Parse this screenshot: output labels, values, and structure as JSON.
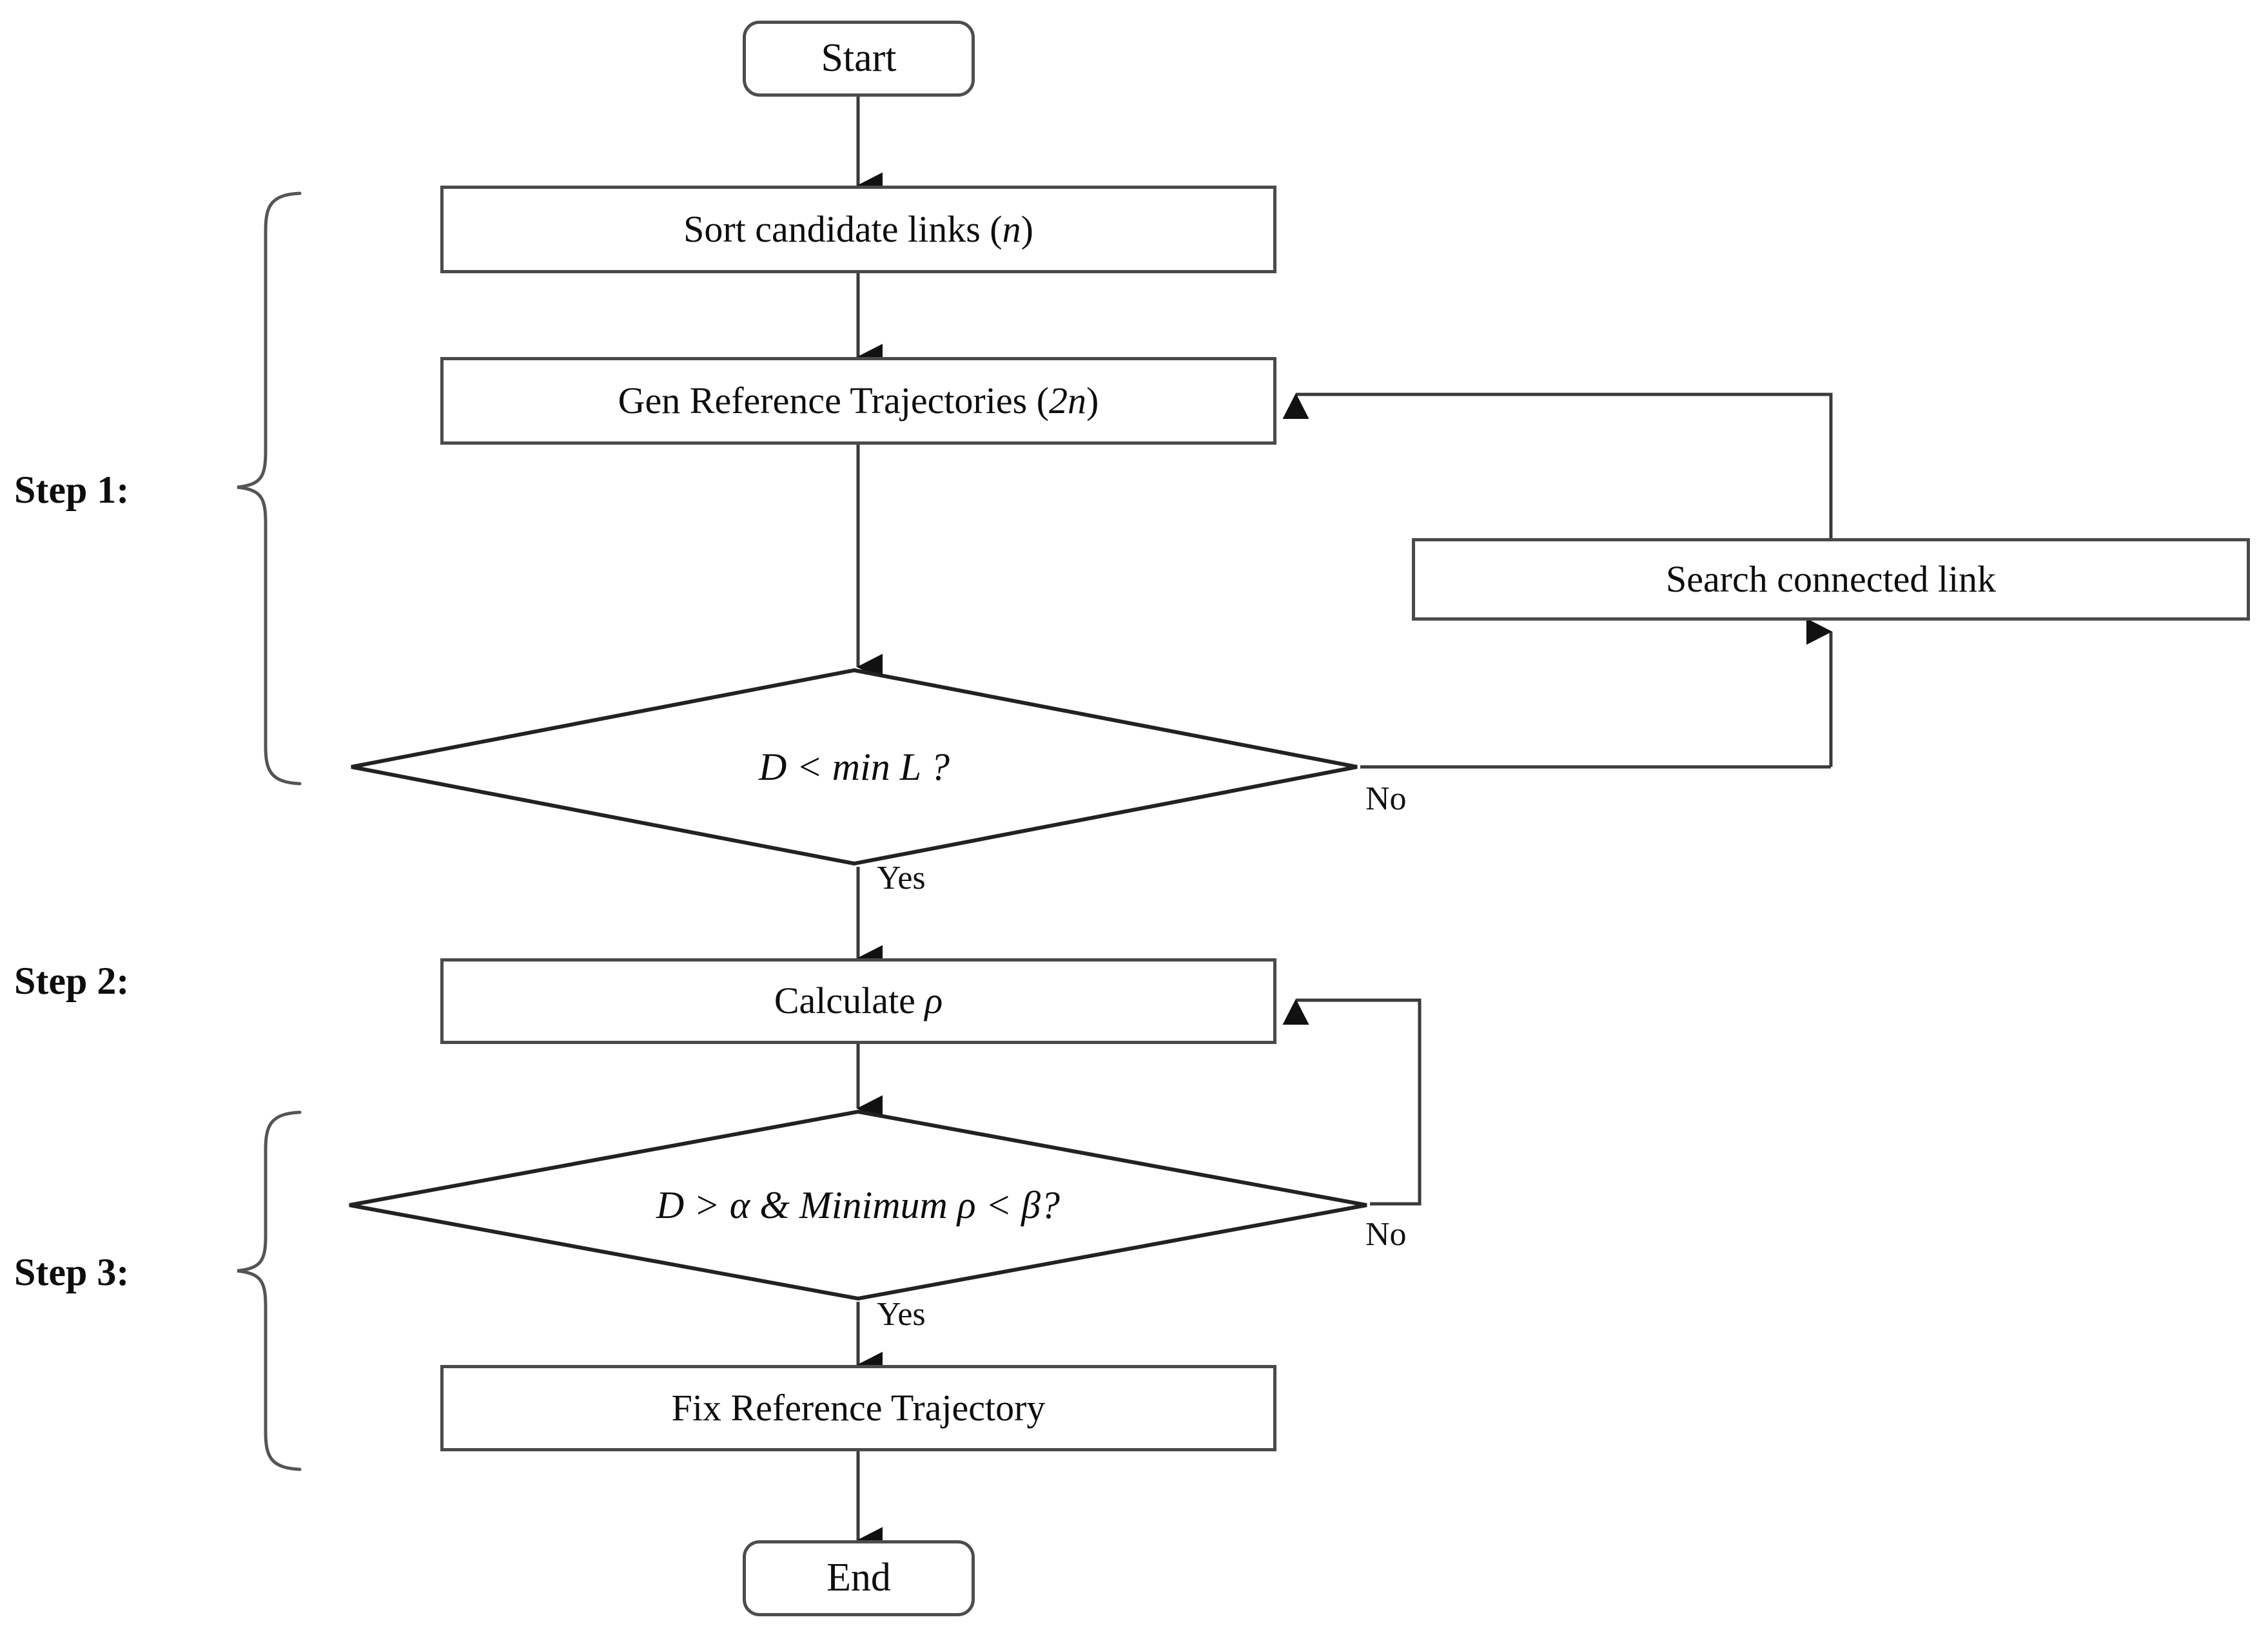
{
  "diagram": {
    "title": "Reference Trajectory Generation Flowchart",
    "type": "flowchart",
    "stroke_color": "#4a4a4a",
    "text_color": "#0d0d0d",
    "background": "#ffffff"
  },
  "nodes": {
    "start": {
      "label": "Start",
      "shape": "terminal"
    },
    "sort": {
      "label": "Sort candidate links (n)",
      "label_plain": "Sort candidate links",
      "label_italic": "n",
      "shape": "process"
    },
    "gen": {
      "label": "Gen Reference Trajectories (2n)",
      "label_plain": "Gen Reference Trajectories",
      "label_italic": "2n",
      "shape": "process"
    },
    "search": {
      "label": "Search connected link",
      "shape": "process"
    },
    "decision1": {
      "label": "D < min L ?",
      "shape": "decision"
    },
    "calculate": {
      "label": "Calculate ρ",
      "label_plain": "Calculate",
      "label_italic": "ρ",
      "shape": "process"
    },
    "decision2": {
      "label": "D > α & Minimum ρ < β?",
      "shape": "decision"
    },
    "fix": {
      "label": "Fix Reference Trajectory",
      "shape": "process"
    },
    "end": {
      "label": "End",
      "shape": "terminal"
    }
  },
  "edge_labels": {
    "d1_no": "No",
    "d1_yes": "Yes",
    "d2_no": "No",
    "d2_yes": "Yes"
  },
  "steps": [
    {
      "label": "Step 1:",
      "brace": true
    },
    {
      "label": "Step 2:",
      "brace": false
    },
    {
      "label": "Step 3:",
      "brace": true
    }
  ]
}
